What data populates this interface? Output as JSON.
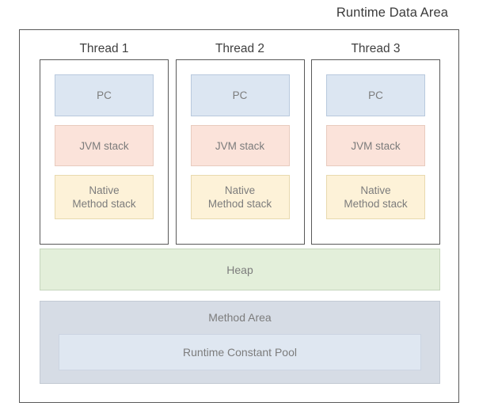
{
  "diagram": {
    "title": "Runtime Data Area",
    "threads": [
      {
        "label": "Thread 1",
        "blocks": [
          {
            "label": "PC",
            "color": "#dce6f2"
          },
          {
            "label": "JVM stack",
            "color": "#fbe3da"
          },
          {
            "label": "Native\nMethod stack",
            "color": "#fdf2d8"
          }
        ]
      },
      {
        "label": "Thread 2",
        "blocks": [
          {
            "label": "PC",
            "color": "#dce6f2"
          },
          {
            "label": "JVM stack",
            "color": "#fbe3da"
          },
          {
            "label": "Native\nMethod stack",
            "color": "#fdf2d8"
          }
        ]
      },
      {
        "label": "Thread 3",
        "blocks": [
          {
            "label": "PC",
            "color": "#dce6f2"
          },
          {
            "label": "JVM stack",
            "color": "#fbe3da"
          },
          {
            "label": "Native\nMethod stack",
            "color": "#fdf2d8"
          }
        ]
      }
    ],
    "thread_block_labels": {
      "pc": "PC",
      "jvm_stack": "JVM stack",
      "native_method_stack_line1": "Native",
      "native_method_stack_line2": "Method stack"
    },
    "heap": {
      "label": "Heap",
      "color": "#e3efda"
    },
    "method_area": {
      "label": "Method Area",
      "color": "#d6dce5",
      "constant_pool": {
        "label": "Runtime Constant Pool",
        "color": "#dfe7f1"
      }
    },
    "colors": {
      "frame_border": "#595959",
      "title_text": "#3b3b3b",
      "thread_label_text": "#404040",
      "block_text": "#7c7c7c",
      "background": "#ffffff"
    }
  }
}
